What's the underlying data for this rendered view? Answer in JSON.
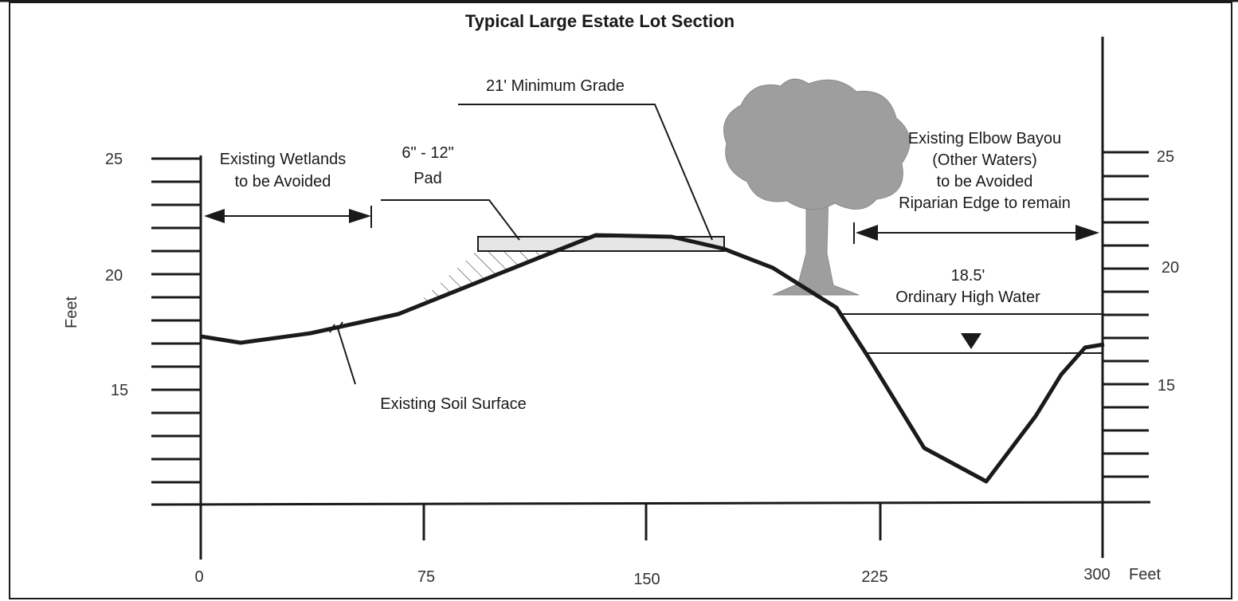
{
  "title": "Typical Large Estate Lot Section",
  "y_axis": {
    "label": "Feet",
    "left_ticks": [
      "25",
      "20",
      "15"
    ],
    "right_ticks": [
      "25",
      "20",
      "15"
    ]
  },
  "x_axis": {
    "ticks": [
      "0",
      "75",
      "150",
      "225",
      "300"
    ],
    "unit": "Feet"
  },
  "annotations": {
    "wetlands_line1": "Existing Wetlands",
    "wetlands_line2": "to be Avoided",
    "pad_line1": "6\" - 12\"",
    "pad_line2": "Pad",
    "min_grade": "21' Minimum Grade",
    "bayou_line1": "Existing Elbow Bayou",
    "bayou_line2": "(Other Waters)",
    "bayou_line3": "to be Avoided",
    "bayou_line4": "Riparian Edge to remain",
    "ohw_line1": "18.5'",
    "ohw_line2": "Ordinary High Water",
    "soil_surface": "Existing Soil Surface"
  },
  "colors": {
    "line": "#1a1a1a",
    "tree": "#9e9e9e",
    "pad_fill": "#e6e6e6"
  }
}
